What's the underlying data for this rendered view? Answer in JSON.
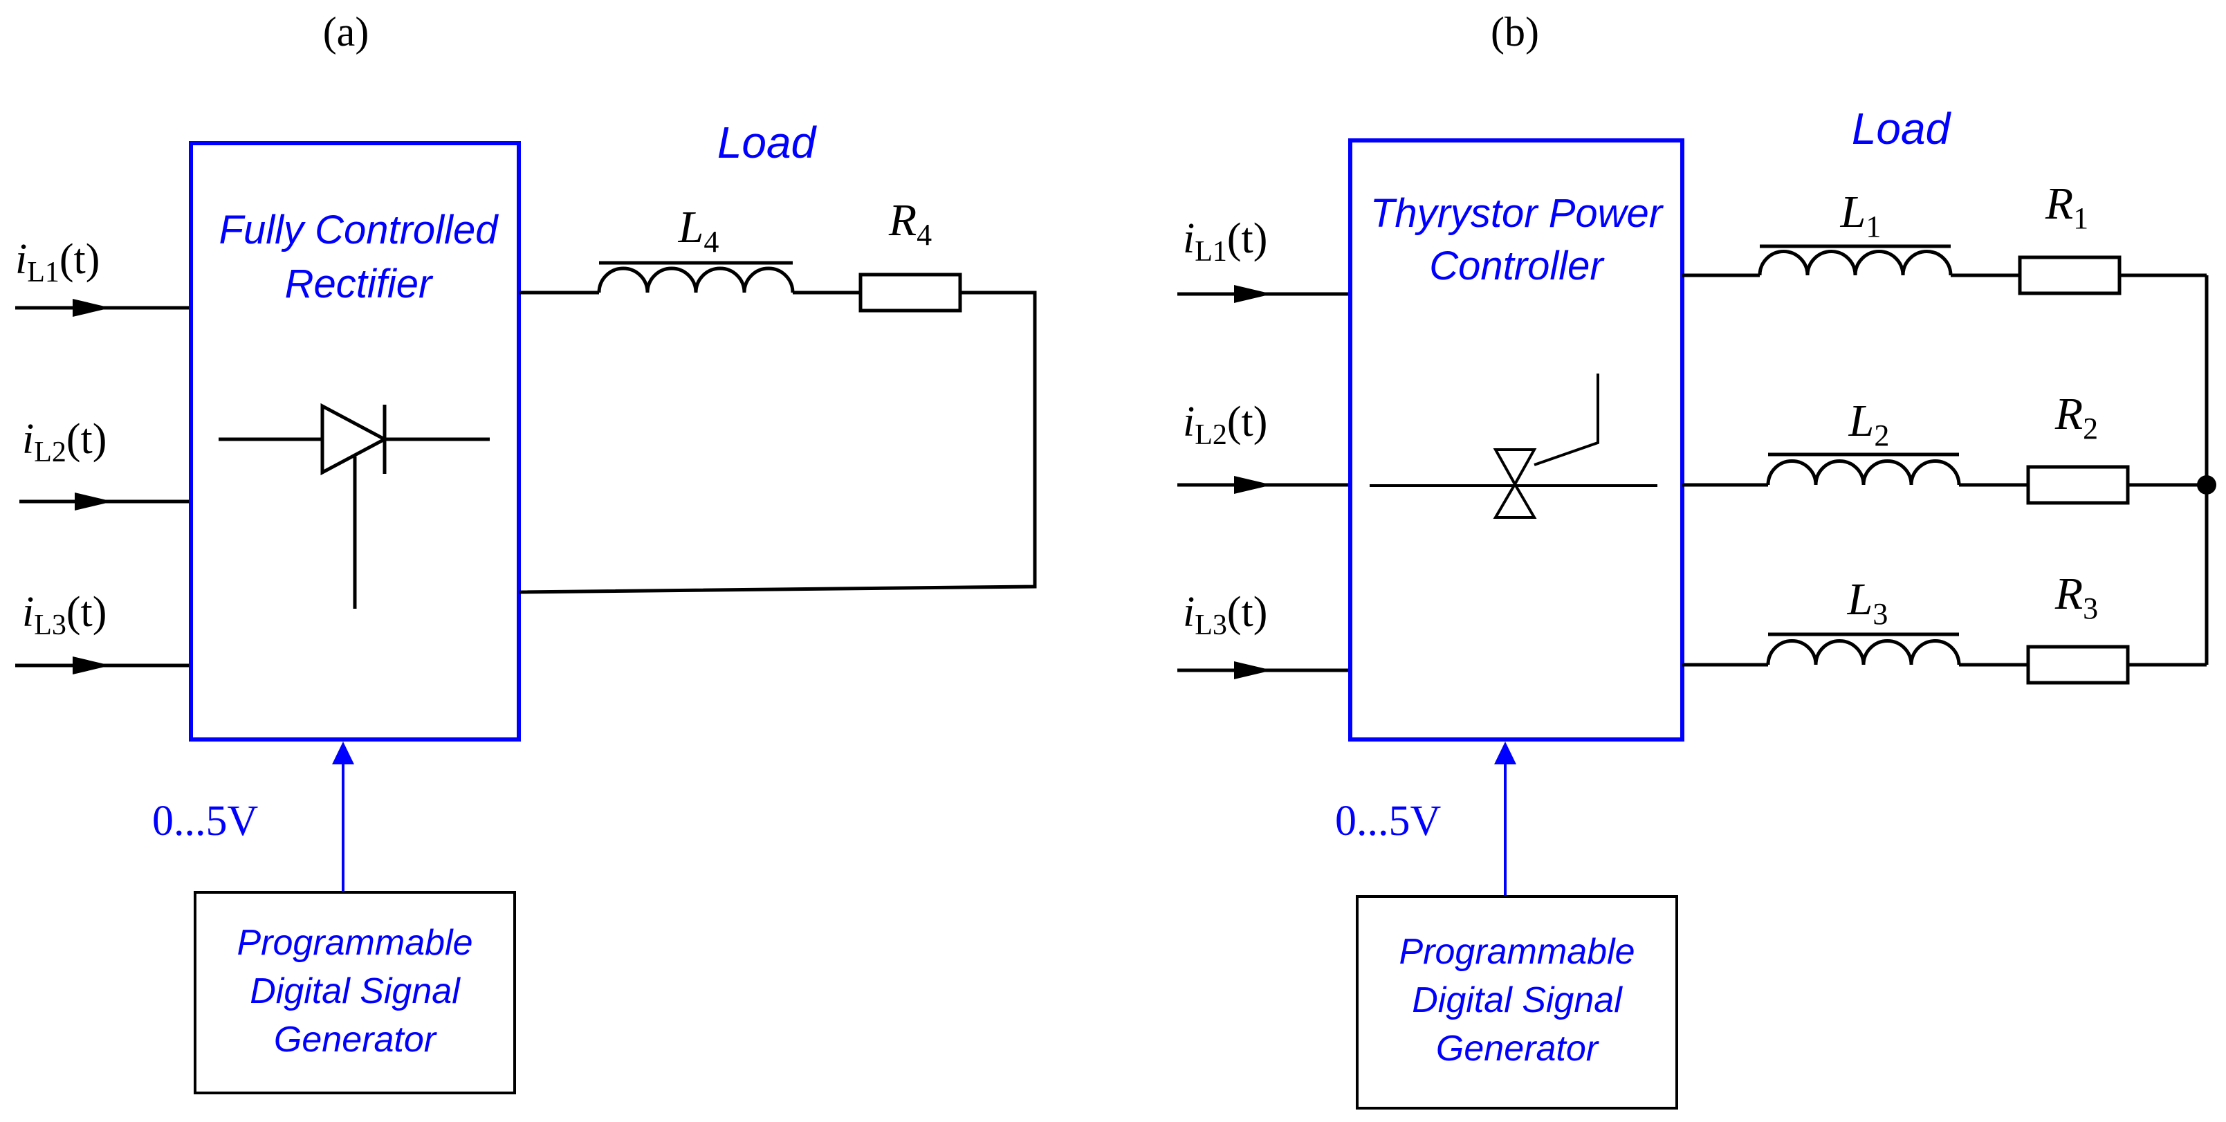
{
  "panel_a": {
    "label": "(a)",
    "block_line1": "Fully Controlled",
    "block_line2": "Rectifier",
    "load_label": "Load",
    "inductor": {
      "sym": "L",
      "sub": "4"
    },
    "resistor": {
      "sym": "R",
      "sub": "4"
    },
    "inputs": [
      {
        "i": "i",
        "sub": "L1",
        "arg": "(t)"
      },
      {
        "i": "i",
        "sub": "L2",
        "arg": "(t)"
      },
      {
        "i": "i",
        "sub": "L3",
        "arg": "(t)"
      }
    ],
    "voltage": "0...5V",
    "gen_line1": "Programmable",
    "gen_line2": "Digital Signal",
    "gen_line3": "Generator"
  },
  "panel_b": {
    "label": "(b)",
    "block_line1": "Thyrystor Power",
    "block_line2": "Controller",
    "load_label": "Load",
    "inductors": [
      {
        "sym": "L",
        "sub": "1"
      },
      {
        "sym": "L",
        "sub": "2"
      },
      {
        "sym": "L",
        "sub": "3"
      }
    ],
    "resistors": [
      {
        "sym": "R",
        "sub": "1"
      },
      {
        "sym": "R",
        "sub": "2"
      },
      {
        "sym": "R",
        "sub": "3"
      }
    ],
    "inputs": [
      {
        "i": "i",
        "sub": "L1",
        "arg": "(t)"
      },
      {
        "i": "i",
        "sub": "L2",
        "arg": "(t)"
      },
      {
        "i": "i",
        "sub": "L3",
        "arg": "(t)"
      }
    ],
    "voltage": "0...5V",
    "gen_line1": "Programmable",
    "gen_line2": "Digital Signal",
    "gen_line3": "Generator"
  }
}
